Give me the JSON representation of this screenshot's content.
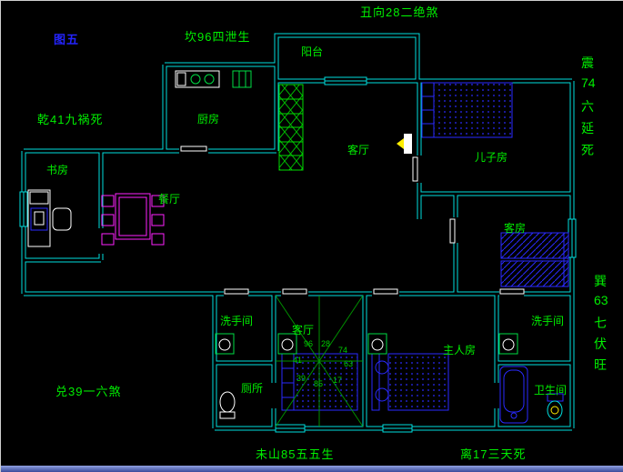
{
  "figure_label": "图五",
  "annotations": {
    "top": "丑向28二绝煞",
    "north": "坎96四泄生",
    "northwest": "乾41九祸死",
    "east": [
      "震",
      "74",
      "六",
      "延",
      "死"
    ],
    "southeast": [
      "巽",
      "63",
      "七",
      "伏",
      "旺"
    ],
    "west": "兑39一六煞",
    "south_mountain": "未山85五五生",
    "south": "离17三天死"
  },
  "rooms": {
    "balcony": "阳台",
    "kitchen": "厨房",
    "living_room": "客厅",
    "sons_room": "儿子房",
    "study": "书房",
    "dining_room": "餐厅",
    "guest_room": "客房",
    "washroom_left": "洗手间",
    "living_room_2": "客厅",
    "master_room": "主人房",
    "washroom_right": "洗手间",
    "toilet": "厕所",
    "bathroom": "卫生间"
  },
  "compass": {
    "numbers": {
      "n": "96",
      "ne": "28",
      "e": "74",
      "se": "63",
      "s": "17",
      "sw": "85",
      "w": "39",
      "nw": "41"
    }
  },
  "colors": {
    "wall": "#00dede",
    "text": "#00ee00",
    "figure_label": "#2424ff",
    "furniture": "#2a2aff",
    "dining_set": "#ff22ff"
  }
}
